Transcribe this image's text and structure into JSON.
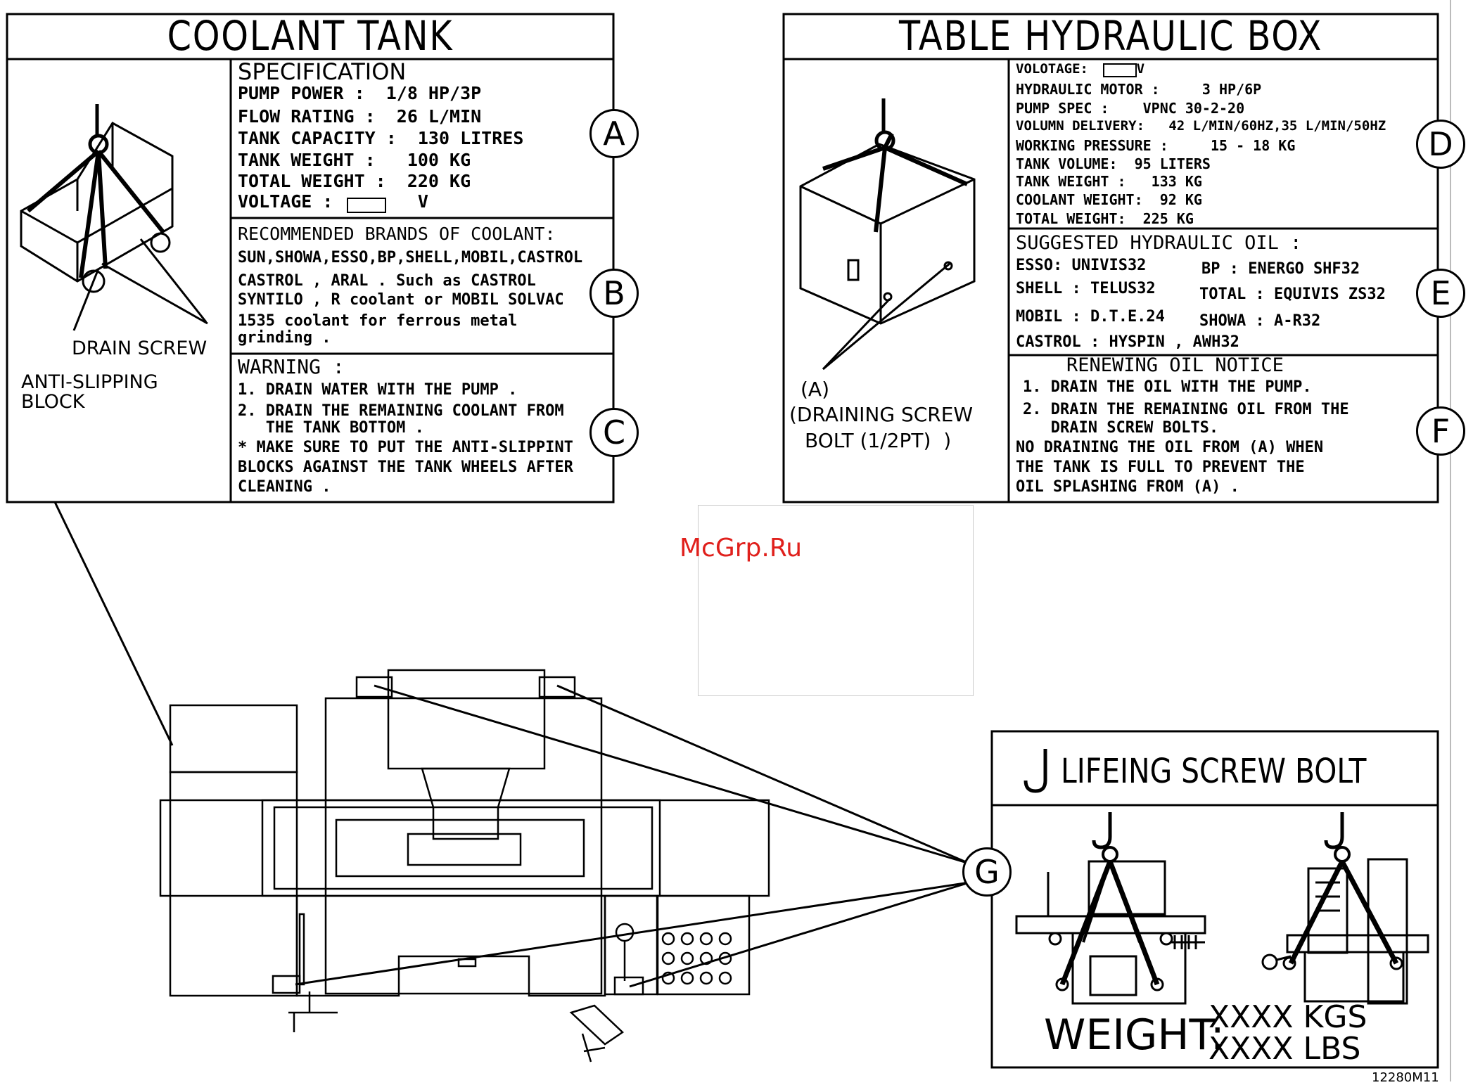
{
  "coolant": {
    "title": "COOLANT TANK",
    "spec_heading": "SPECIFICATION",
    "spec_lines": [
      "PUMP POWER :  1/8 HP/3P",
      "FLOW RATING :  26 L/MIN",
      "TANK CAPACITY :  130 LITRES",
      "TANK WEIGHT :   100 KG",
      "TOTAL WEIGHT :  220 KG",
      "VOLTAGE :        V"
    ],
    "brands_heading": "RECOMMENDED BRANDS OF COOLANT:",
    "brands_lines": [
      "SUN,SHOWA,ESSO,BP,SHELL,MOBIL,CASTROL",
      "CASTROL , ARAL . Such as CASTROL",
      "SYNTILO , R coolant or MOBIL SOLVAC",
      "1535 coolant for ferrous metal",
      "grinding ."
    ],
    "warning_heading": "WARNING :",
    "warning_lines": [
      "1. DRAIN WATER WITH THE PUMP .",
      "2. DRAIN THE REMAINING COOLANT FROM",
      "   THE TANK BOTTOM .",
      "* MAKE SURE TO PUT THE ANTI-SLIPPINT",
      "BLOCKS AGAINST THE TANK WHEELS AFTER",
      "CLEANING ."
    ],
    "drain_screw_label": "DRAIN SCREW",
    "anti_slip_label_1": "ANTI-SLIPPING",
    "anti_slip_label_2": "BLOCK",
    "markers": [
      "A",
      "B",
      "C"
    ]
  },
  "hydraulic": {
    "title": "TABLE HYDRAULIC BOX",
    "spec_lines": [
      "VOLOTAGE:      V",
      "HYDRAULIC MOTOR :     3 HP/6P",
      "PUMP SPEC :    VPNC 30-2-20",
      "VOLUMN DELIVERY:   42 L/MIN/60HZ,35 L/MIN/50HZ",
      "WORKING PRESSURE :     15 - 18 KG",
      "TANK VOLUME:  95 LITERS",
      "TANK WEIGHT :   133 KG",
      "COOLANT WEIGHT:  92 KG",
      "TOTAL WEIGHT:  225 KG"
    ],
    "oil_heading": "SUGGESTED HYDRAULIC OIL :",
    "oil_left": [
      "ESSO: UNIVIS32",
      "SHELL : TELUS32",
      "MOBIL : D.T.E.24",
      "CASTROL : HYSPIN , AWH32"
    ],
    "oil_right": [
      "BP : ENERGO SHF32",
      "TOTAL : EQUIVIS ZS32",
      "SHOWA : A-R32"
    ],
    "notice_heading": "RENEWING OIL NOTICE",
    "notice_lines": [
      "1. DRAIN THE OIL WITH THE PUMP.",
      "2. DRAIN THE REMAINING OIL FROM THE",
      "   DRAIN SCREW BOLTS.",
      "NO DRAINING THE OIL FROM (A) WHEN",
      "THE TANK IS FULL TO PREVENT THE",
      "OIL SPLASHING FROM (A) ."
    ],
    "drain_label_1": "(A)",
    "drain_label_2": "(DRAINING SCREW",
    "drain_label_3": "BOLT (1/2PT)  )",
    "markers": [
      "D",
      "E",
      "F"
    ]
  },
  "lifting": {
    "title": "LIFEING SCREW BOLT",
    "weight_label": "WEIGHT:",
    "weight_kgs": "XXXX KGS",
    "weight_lbs": "XXXX LBS",
    "marker": "G"
  },
  "watermark": "McGrp.Ru",
  "drawing_number": "12280M11",
  "colors": {
    "line": "#000000",
    "watermark": "#e0201c",
    "background": "#ffffff"
  }
}
